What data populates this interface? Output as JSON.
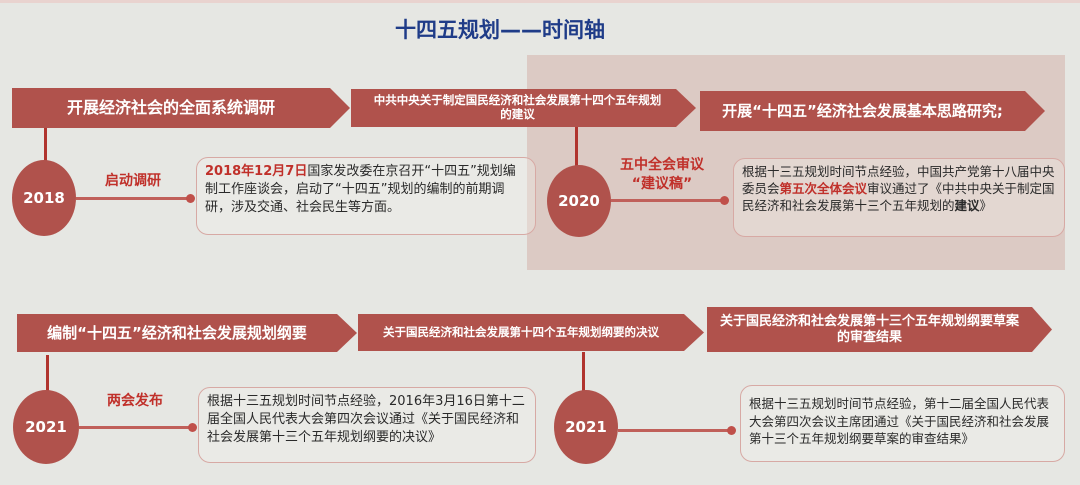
{
  "title": "十四五规划——时间轴",
  "colors": {
    "accent_red": "#b0524c",
    "highlight_text_red": "#c0302a",
    "title_blue": "#1f3c88",
    "background": "#e6e7e3",
    "highlight_panel": "#dccac4"
  },
  "row1": {
    "arrows": [
      {
        "label": "开展经济社会的全面系统调研"
      },
      {
        "label": "中共中央关于制定国民经济和社会发展第十四个五年规划的建议"
      },
      {
        "label": "开展“十四五”经济社会发展基本思路研究;"
      }
    ],
    "events": [
      {
        "year": "2018",
        "label": "启动调研",
        "highlight": "2018年12月7日",
        "text": "国家发改委在京召开“十四五”规划编制工作座谈会，启动了“十四五”规划的编制的前期调研，涉及交通、社会民生等方面。"
      },
      {
        "year": "2020",
        "label_line1": "五中全会审议",
        "label_line2": "“建议稿”",
        "text_before": "根据十三五规划时间节点经验，中国共产党第十八届中央委员会",
        "highlight": "第五次全体会议",
        "text_middle": "审议通过了《中共中央关于制定国民经济和社会发展第十三个五年规划的",
        "text_bold": "建议",
        "text_end": "》"
      }
    ]
  },
  "row2": {
    "arrows": [
      {
        "label": "编制“十四五”经济和社会发展规划纲要"
      },
      {
        "label": "关于国民经济和社会发展第十四个五年规划纲要的决议"
      },
      {
        "label": "关于国民经济和社会发展第十三个五年规划纲要草案的审查结果"
      }
    ],
    "events": [
      {
        "year": "2021",
        "label": "两会发布",
        "text": "根据十三五规划时间节点经验，2016年3月16日第十二届全国人民代表大会第四次会议通过《关于国民经济和社会发展第十三个五年规划纲要的决议》"
      },
      {
        "year": "2021",
        "text": "根据十三五规划时间节点经验，第十二届全国人民代表大会第四次会议主席团通过《关于国民经济和社会发展第十三个五年规划纲要草案的审查结果》"
      }
    ]
  }
}
